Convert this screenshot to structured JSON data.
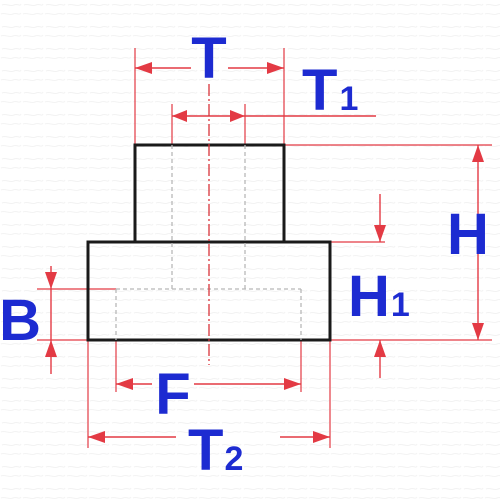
{
  "labels": {
    "T": "T",
    "T1_main": "T",
    "T1_sub": "1",
    "H": "H",
    "H1_main": "H",
    "H1_sub": "1",
    "B": "B",
    "F": "F",
    "T2_main": "T",
    "T2_sub": "2"
  },
  "colors": {
    "label": "#1d2bd1",
    "dimension_line": "#e33a44",
    "outline": "#1a1a1a",
    "hidden_line": "#b8b8b8"
  }
}
